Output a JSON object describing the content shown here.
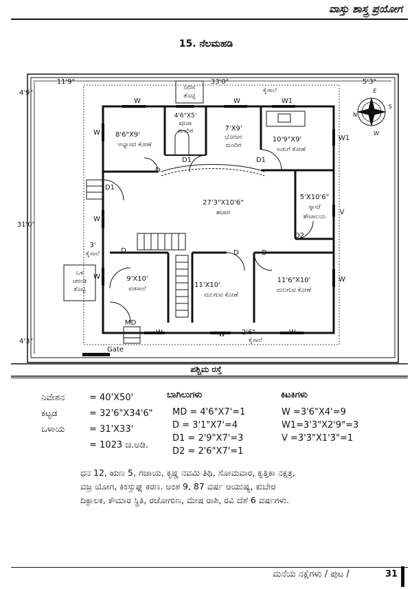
{
  "header": {
    "book_title": "ವಾಸ್ತು ಶಾಸ್ತ್ರ ಪ್ರಯೋಗ"
  },
  "page_title": "15. ನೆಲಮಹಡಿ",
  "plan": {
    "dims": {
      "top_left": "11'9\"",
      "top_mid": "33'0\"",
      "top_right": "5'3\"",
      "left_top": "4'9\"",
      "left_mid": "31'0\"",
      "left_bot": "4'3\"",
      "kaisale_left": "3'",
      "kaisale_bot": "2'6\""
    },
    "rooms": {
      "study": [
        "8'6\"X9'",
        "ಅಭ್ಯಾಸದ ಕೋಣೆ"
      ],
      "pooja": [
        "4'6\"X5'",
        "ಪೂಜಾ",
        "ಮಂದಿರ"
      ],
      "dining": [
        "7'X9'",
        "ಭೋಜನ",
        "ಮಂದಿರ"
      ],
      "kitchen": [
        "10'9\"X9'",
        "ಅಡುಗೆ ಕೋಣೆ"
      ],
      "hall": [
        "27'3\"X10'6\"",
        "ಹಜಾರ"
      ],
      "bath": [
        "5'X10'6\"",
        "ಸ್ನಾನ/",
        "ಶೌಚಾಲಯ"
      ],
      "verandah": [
        "9'X10'",
        "ಪಡಸಾಲೆ"
      ],
      "bed1": [
        "11'X10'",
        "ಮಲಗುವ ಕೋಣೆ"
      ],
      "bed2": [
        "11'6\"X10'",
        "ಮಲಗುವ ಕೋಣೆ"
      ]
    },
    "labels": {
      "well": [
        "ನೀರಿನ",
        "ತೊಟ್ಟಿ"
      ],
      "kaisale": "ಕೈಸಾಲೆ",
      "garden": [
        "ಒಳ",
        "ಚರಂಡಿ",
        "ತೊಟ್ಟಿ"
      ],
      "gate": "Gate",
      "road": "ಪಶ್ಚಿಮ ರಸ್ತೆ",
      "door_D": "D",
      "door_D1": "D1",
      "door_D2": "D2",
      "door_MD": "MD",
      "win_W": "W",
      "win_W1": "W1",
      "win_V": "V"
    },
    "compass": [
      "E",
      "N",
      "S",
      "W"
    ]
  },
  "specs": {
    "rows": [
      {
        "k": "ನಿವೇಶನ",
        "v": "= 40'X50'"
      },
      {
        "k": "ಕಟ್ಟಡ",
        "v": "= 32'6\"X34'6\""
      },
      {
        "k": "ಒಳಾಯ",
        "v": "= 31'X33'"
      },
      {
        "k": "",
        "v": "= 1023 ಚ.ಅಡಿ."
      }
    ]
  },
  "doors": {
    "heading": "ಬಾಗಿಲುಗಳು",
    "items": [
      "MD = 4'6\"X7'=1",
      "D   = 3'1\"X7'=4",
      "D1  = 2'9\"X7'=3",
      "D2  = 2'6\"X7'=1"
    ]
  },
  "windows": {
    "heading": "ಕಿಟಕಿಗಳು",
    "items": [
      "W  =3'6\"X4'=9",
      "W1=3'3\"X2'9\"=3",
      "V   =3'3\"X1'3\"=1"
    ]
  },
  "astro": "ಧನ 12, ಋಣ 5, ಗಜಾಯ, ಕೃಷ್ಣ ನವಮಿ ತಿಥಿ, ಸೋಮವಾರ, ಕೃತ್ತಿಕಾ ನಕ್ಷತ್ರ, ವಜ್ರ ಯೋಗ, ಕಿಂಸ್ತುಘ್ನ ಕರಣ. ಅಂಶ 9, 87 ವರ್ಷ ಆಯುಷ್ಯ, ಕುಬೇರ ದಿಕ್ಪಾಲಕ, ಕೌಮಾರ ಸ್ಥಿತಿ, ರಜೋಗುಣ, ಮೇಷ ರಾಶಿ, ರವಿ ದೆಶೆ 6 ವರ್ಷಗಳು.",
  "footer": {
    "text": "ಮನೆಯ ನಕ್ಷೆಗಳು / ಪುಟ /",
    "page": "31"
  }
}
